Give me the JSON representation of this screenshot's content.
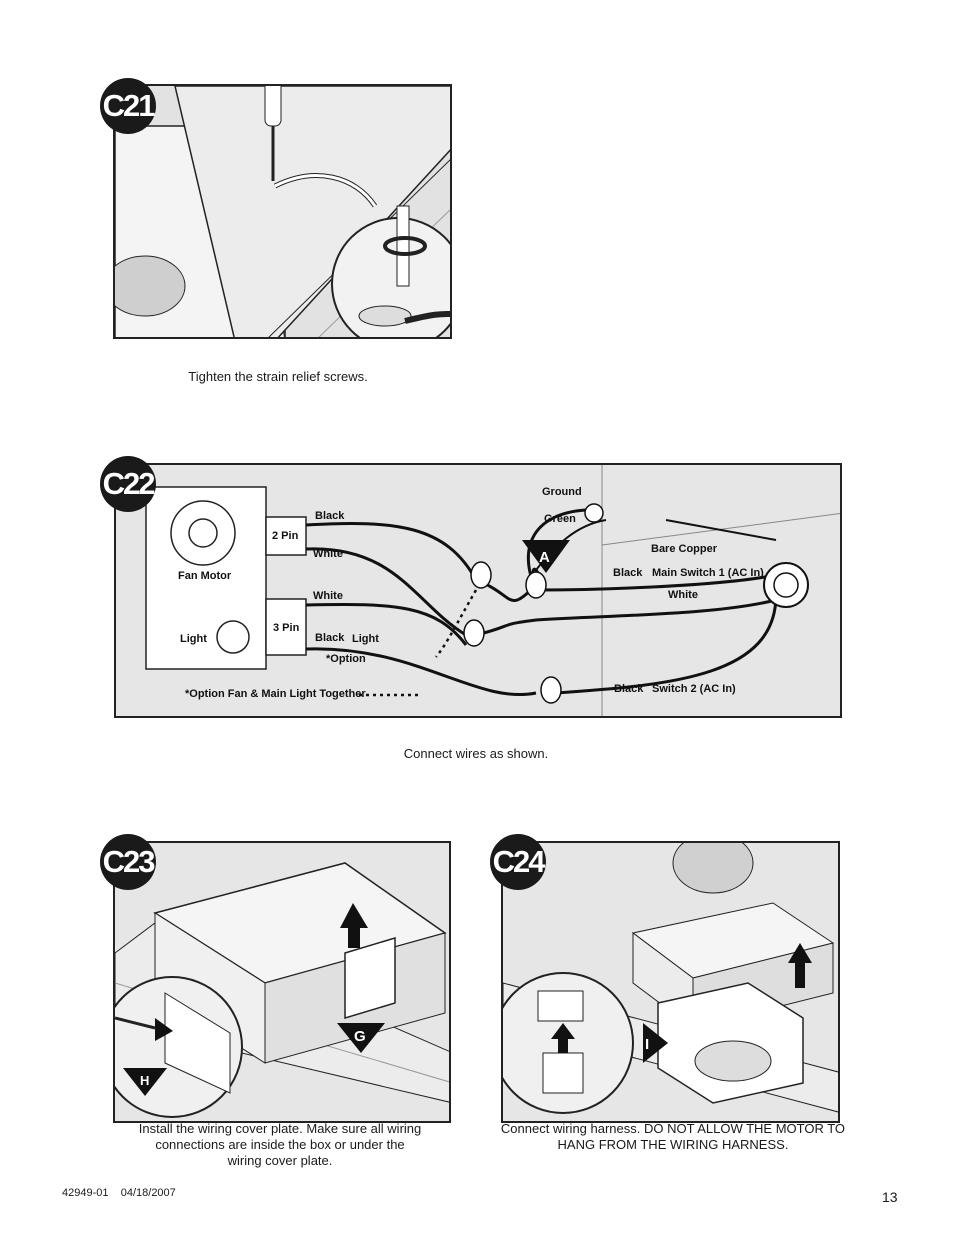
{
  "steps": {
    "c21": {
      "badge": "C21",
      "caption": "Tighten the strain relief screws."
    },
    "c22": {
      "badge": "C22",
      "caption": "Connect wires as shown."
    },
    "c23": {
      "badge": "C23",
      "caption_lines": [
        "Install the wiring cover plate. Make sure all wiring",
        "connections are inside the box or under the",
        "wiring cover plate."
      ],
      "callout_g": "G",
      "callout_h": "H"
    },
    "c24": {
      "badge": "C24",
      "caption_lines": [
        "Connect wiring harness. DO NOT ALLOW THE MOTOR TO",
        "HANG FROM THE WIRING HARNESS."
      ],
      "callout_i": "I"
    }
  },
  "diagram": {
    "fan_motor": "Fan Motor",
    "light": "Light",
    "two_pin": "2 Pin",
    "three_pin": "3 Pin",
    "black_1": "Black",
    "white_1": "White",
    "white_2": "White",
    "black_2": "Black",
    "light_wire": "Light",
    "option": "*Option",
    "option_note": "*Option Fan & Main Light Together",
    "ground": "Ground",
    "green": "Green",
    "callout_a": "A",
    "bare_copper": "Bare Copper",
    "black_main": "Black",
    "main_switch": "Main Switch 1 (AC In)",
    "white_main": "White",
    "black_sw2": "Black",
    "switch2": "Switch 2 (AC In)"
  },
  "footer": {
    "doc_id": "42949-01",
    "date": "04/18/2007",
    "page": "13"
  }
}
